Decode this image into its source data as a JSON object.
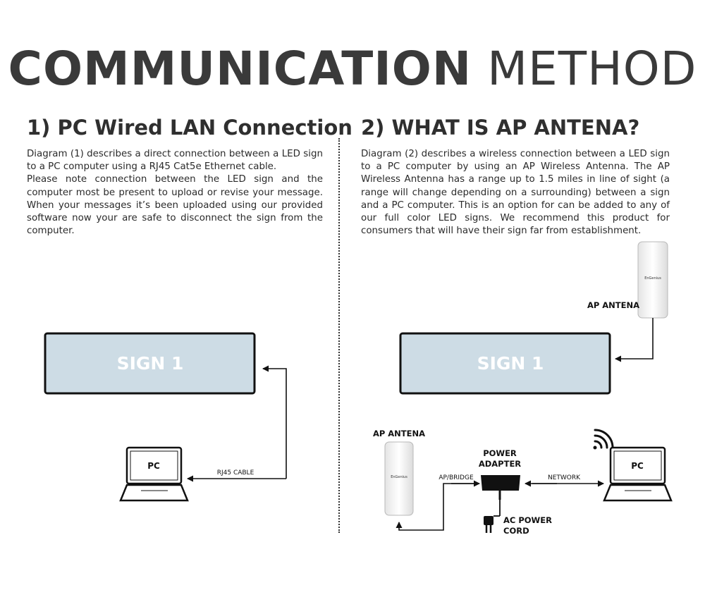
{
  "title": {
    "bold": "COMMUNICATION",
    "light": "METHOD"
  },
  "section1": {
    "heading": "1) PC Wired LAN Connection",
    "para1": "Diagram (1) describes a direct connection between a LED sign to a PC computer using a RJ45 Cat5e Ethernet cable.",
    "para2": "Please note connection between the LED sign and the computer most be present to upload or revise your message. When your messages it’s been uploaded using our provided software now your are safe to disconnect the sign from the computer.",
    "sign_label": "SIGN 1",
    "pc_label": "PC",
    "cable_label": "RJ45 CABLE"
  },
  "section2": {
    "heading": "2) WHAT IS AP ANTENA?",
    "para": "Diagram (2) describes a wireless connection between a LED sign to a PC computer by using an AP Wireless Antenna. The AP Wireless Antenna has a range up to 1.5 miles in line of sight (a range will change depending on a surrounding) between a sign and a PC computer. This is an option for can be added to any of our full color LED signs. We recommend this product for consumers that will have their sign far from establishment.",
    "antenna_top_label": "AP ANTENA",
    "antenna_brand": "EnGenius",
    "sign_label": "SIGN 1",
    "antenna_bottom_label": "AP ANTENA",
    "power_adapter_line1": "POWER",
    "power_adapter_line2": "ADAPTER",
    "ap_bridge_label": "AP/BRIDGE",
    "network_label": "NETWORK",
    "pc_label": "PC",
    "ac_line1": "AC POWER",
    "ac_line2": "CORD"
  },
  "colors": {
    "sign_fill": "#cddce5",
    "sign_text": "#ffffff",
    "text": "#2a2a2a",
    "title": "#3a3a3a"
  },
  "icons": {
    "wifi": "wifi-icon",
    "plug": "plug-icon",
    "laptop": "laptop-icon",
    "antenna": "antenna-icon"
  }
}
